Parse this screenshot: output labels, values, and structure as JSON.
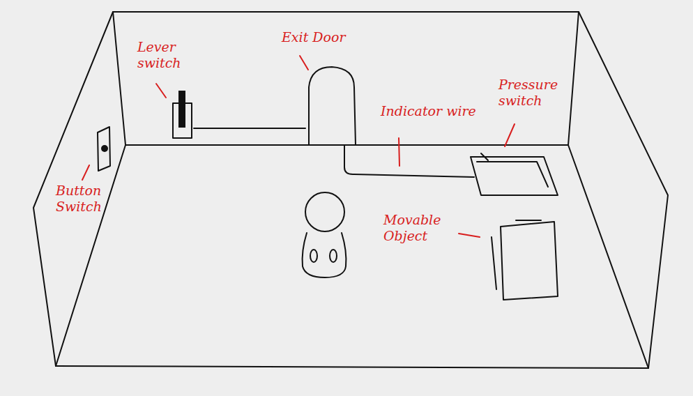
{
  "diagram": {
    "labels": [
      "Lever switch",
      "Exit Door",
      "Indicator wire",
      "Pressure switch",
      "Button Switch",
      "Movable Object"
    ]
  }
}
